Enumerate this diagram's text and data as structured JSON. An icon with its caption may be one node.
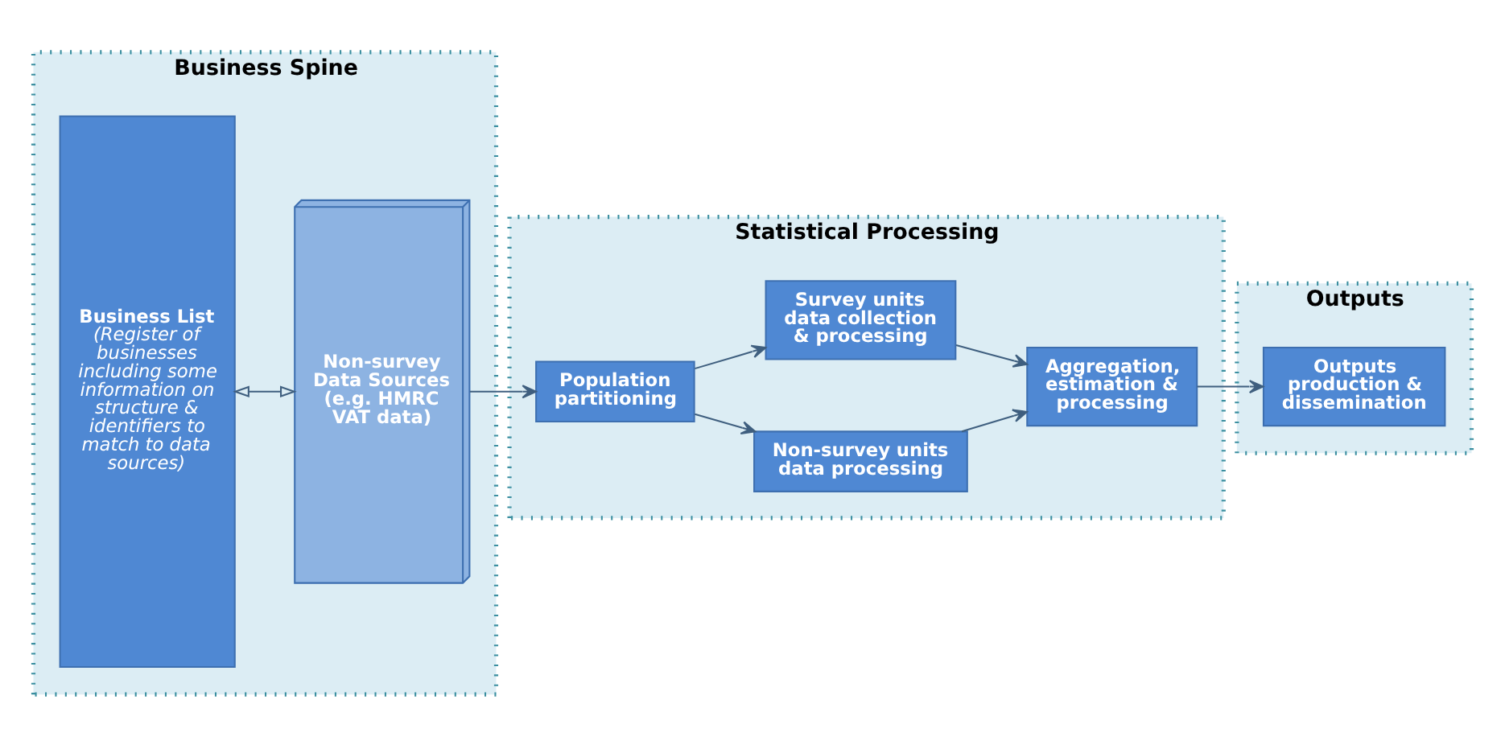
{
  "diagram": {
    "nodes": [
      {
        "text": [
          "Business Spine"
        ]
      },
      {
        "text": [
          "Business List",
          "(Register of businesses including some information on structure & identifiers to match to data sources)"
        ],
        "in": 0
      },
      {
        "text": [
          "Non-survey Data Sources",
          "(e.g. HMRC VAT data)"
        ],
        "in": 0
      },
      {
        "text": [
          "Statistical Processing"
        ]
      },
      {
        "text": [
          "Population partitioning"
        ],
        "in": 3
      },
      {
        "text": [
          "Non-survey units data processing"
        ],
        "in": 3
      },
      {
        "text": [
          "Survey units data collection & processing"
        ],
        "in": 3
      },
      {
        "text": [
          "Aggregation, estimation & processing"
        ],
        "in": 3
      },
      {
        "text": [
          "Outputs"
        ]
      },
      {
        "text": [
          "Outputs production & dissemination"
        ],
        "in": 8
      }
    ],
    "edges": [
      {
        "from": 1,
        "to": 2,
        "arrow": "both"
      },
      {
        "from": 2,
        "to": 4,
        "arrow": "to"
      },
      {
        "from": 4,
        "to": 5,
        "arrow": "to"
      },
      {
        "from": 4,
        "to": 6,
        "arrow": "to"
      },
      {
        "from": 5,
        "to": 7,
        "arrow": "to"
      },
      {
        "from": 6,
        "to": 7,
        "arrow": "to"
      },
      {
        "from": 7,
        "to": 9,
        "arrow": "to"
      }
    ]
  }
}
